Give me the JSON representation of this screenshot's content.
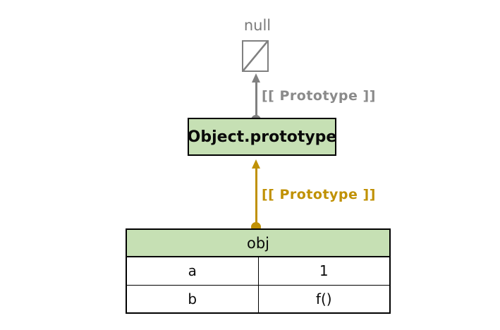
{
  "diagram": {
    "null_node": {
      "label": "null"
    },
    "upper_arrow": {
      "label": "[[ Prototype ]]"
    },
    "object_prototype_box": {
      "label": "Object.prototype"
    },
    "lower_arrow": {
      "label": "[[ Prototype ]]"
    },
    "obj_table": {
      "title": "obj",
      "rows": [
        {
          "key": "a",
          "value": "1"
        },
        {
          "key": "b",
          "value": "f()"
        }
      ]
    }
  },
  "colors": {
    "gray": "#808080",
    "gray_text": "#8a8a8a",
    "gold": "#c09104",
    "green": "#c6e0b4",
    "black": "#000000"
  }
}
